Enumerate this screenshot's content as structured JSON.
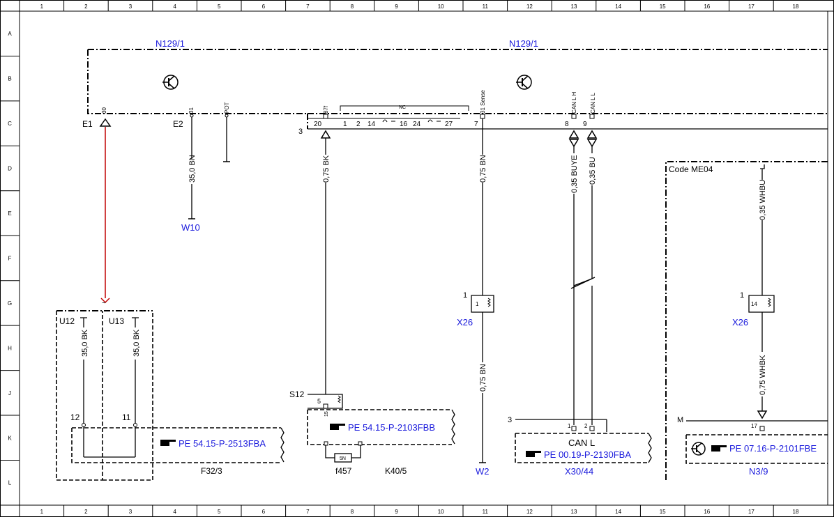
{
  "grid": {
    "columns": [
      "1",
      "2",
      "3",
      "4",
      "5",
      "6",
      "7",
      "8",
      "9",
      "10",
      "11",
      "12",
      "13",
      "14",
      "15",
      "16",
      "17",
      "18"
    ],
    "rows": [
      "A",
      "B",
      "C",
      "D",
      "E",
      "F",
      "G",
      "H",
      "J",
      "K",
      "L"
    ]
  },
  "modules": {
    "top_left": "N129/1",
    "top_right": "N129/1",
    "code_me04": "Code ME04"
  },
  "pins_top": {
    "p30": "30",
    "p31": "31",
    "pot": "POT",
    "p87f": "87f",
    "nc": "NC",
    "sense": "31 Sense",
    "can_h": "CAN L H",
    "can_l": "CAN L L"
  },
  "labels": {
    "e1": "E1",
    "e2": "E2",
    "connector3": "3",
    "c20": "20",
    "c1": "1",
    "c2": "2",
    "c14": "14",
    "c16": "16",
    "c24": "24",
    "c27": "27",
    "c7": "7",
    "c8": "8",
    "c9": "9"
  },
  "wires": {
    "w_35bn": "35,0 BN",
    "w_075bk": "0,75 BK",
    "w_075bn_top": "0,75 BN",
    "w_035buye": "0,35 BUYE",
    "w_035bu": "0,35 BU",
    "w_035whbu": "0,35 WHBU",
    "w_35bk_u12": "35,0 BK",
    "w_35bk_u13": "35,0 BK",
    "w_075bn_bot": "0,75 BN",
    "w_075whbk": "0,75 WHBK"
  },
  "grounds": {
    "w10": "W10",
    "w2": "W2"
  },
  "components": {
    "x26_left": "X26",
    "x26_right": "X26",
    "x26_left_pin": "1",
    "x26_left_num": "1",
    "x26_right_pin": "1",
    "x26_right_num": "14",
    "u12": "U12",
    "u13": "U13",
    "u12_pin": "12",
    "u13_pin": "11",
    "s12": "S12",
    "s12_pin": "5",
    "s12_pin15": "15",
    "f32_3": "F32/3",
    "f457": "f457",
    "f457_value": "5N",
    "k40_5": "K40/5",
    "x30_44": "X30/44",
    "x30_conn": "3",
    "x30_p1": "1",
    "x30_p2": "2",
    "can_l": "CAN L",
    "n3_9": "N3/9",
    "n3_conn": "M",
    "n3_p17": "17"
  },
  "refs": {
    "pe1": "PE 54.15-P-2513FBA",
    "pe2": "PE 54.15-P-2103FBB",
    "pe3": "PE 00.19-P-2130FBA",
    "pe4": "PE 07.16-P-2101FBE"
  },
  "colors": {
    "link_blue": "#1a1adc",
    "power_wire_red": "#c00000",
    "ink": "#000000"
  },
  "icons": [
    "transistor-icon",
    "pointing-hand-icon",
    "ground-symbol-icon",
    "shield-icon"
  ]
}
